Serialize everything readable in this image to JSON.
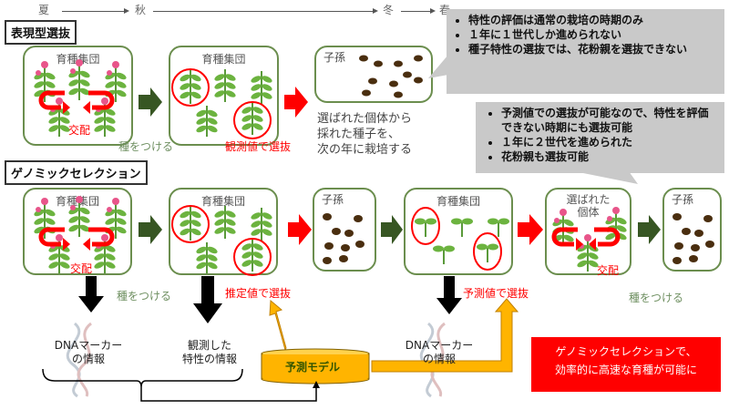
{
  "seasons": [
    "夏",
    "秋",
    "冬",
    "春"
  ],
  "phenotypic": {
    "label": "表現型選抜",
    "box1_title": "育種集団",
    "box2_title": "育種集団",
    "box3_title": "子孫",
    "cross": "交配",
    "set_seed": "種をつける",
    "select": "観測値で選抜",
    "note_lines": [
      "選ばれた個体から",
      "採れた種子を、",
      "次の年に栽培する"
    ]
  },
  "bubble1": [
    "特性の評価は通常の栽培の時期のみ",
    "１年に１世代しか進められない",
    "種子特性の選抜では、花粉親を選抜できない"
  ],
  "bubble2": [
    "予測値での選抜が可能なので、特性を評価できない時期にも選抜可能",
    "１年に２世代を進められた",
    "花粉親も選抜可能"
  ],
  "genomic": {
    "label": "ゲノミックセレクション",
    "boxA_title": "育種集団",
    "boxB_title": "育種集団",
    "boxC_title": "子孫",
    "boxD_title": "育種集団",
    "boxE_title": "選ばれた個体",
    "boxF_title": "子孫",
    "crossA": "交配",
    "crossE": "交配",
    "set_seed1": "種をつける",
    "set_seed2": "種をつける",
    "select_estimated": "推定値で選抜",
    "select_predicted": "予測値で選抜",
    "dna1": [
      "DNAマーカー",
      "の情報"
    ],
    "observed": [
      "観測した",
      "特性の情報"
    ],
    "dna2": [
      "DNAマーカー",
      "の情報"
    ],
    "model": "予測モデル",
    "conclusion": [
      "ゲノミックセレクションで、",
      "効率的に高速な育種が可能に"
    ]
  },
  "colors": {
    "box_border": "#6b8e4e",
    "red": "#ff0000",
    "dark_green_arrow": "#375623",
    "orange": "#ffb400",
    "bubble": "#c9c9c9"
  }
}
